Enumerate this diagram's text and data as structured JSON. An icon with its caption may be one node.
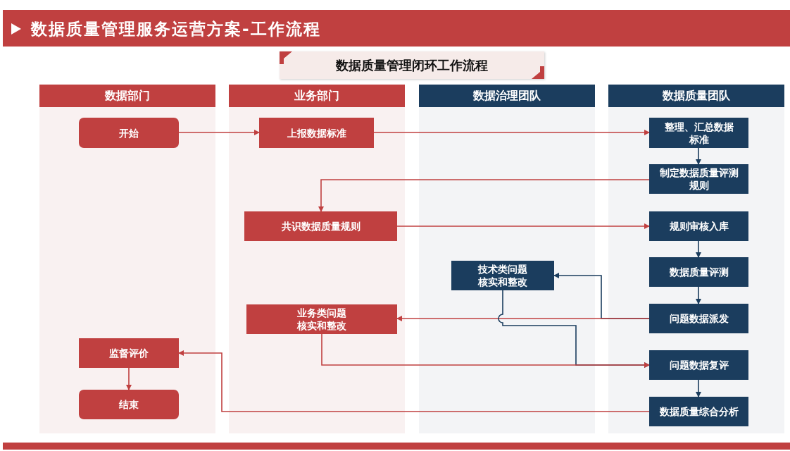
{
  "diagram": {
    "title": "数据质量管理服务运营方案-工作流程",
    "nodes": [
      {
        "text": [
          "数据部门"
        ]
      },
      {
        "text": [
          "业务部门"
        ]
      },
      {
        "text": [
          "数据治理团队"
        ]
      },
      {
        "text": [
          "数据质量团队"
        ]
      },
      {
        "text": [
          "开始"
        ],
        "in": 0
      },
      {
        "text": [
          "上报数据标准"
        ],
        "in": 1
      },
      {
        "text": [
          "整理、汇总数据标准"
        ],
        "in": 3
      },
      {
        "text": [
          "制定数据质量评测规则"
        ],
        "in": 3
      },
      {
        "text": [
          "共识数据质量规则"
        ],
        "in": 1
      },
      {
        "text": [
          "规则审核入库"
        ],
        "in": 3
      },
      {
        "text": [
          "数据质量评测"
        ],
        "in": 3
      },
      {
        "text": [
          "技术类问题核实和整改"
        ],
        "in": 2
      },
      {
        "text": [
          "业务类问题核实和整改"
        ],
        "in": 1
      },
      {
        "text": [
          "问题数据派发"
        ],
        "in": 3
      },
      {
        "text": [
          "监督评价"
        ],
        "in": 0
      },
      {
        "text": [
          "问题数据复评"
        ],
        "in": 3
      },
      {
        "text": [
          "结束"
        ],
        "in": 0
      },
      {
        "text": [
          "数据质量综合分析"
        ],
        "in": 3
      }
    ],
    "edges": [
      {
        "from": 4,
        "to": 5,
        "arrow": "to"
      },
      {
        "from": 5,
        "to": 6,
        "arrow": "to"
      },
      {
        "from": 6,
        "to": 7,
        "arrow": "to",
        "color": "#1b3d5e"
      },
      {
        "from": 7,
        "to": 8,
        "arrow": "to"
      },
      {
        "from": 8,
        "to": 9,
        "arrow": "to"
      },
      {
        "from": 9,
        "to": 10,
        "arrow": "to",
        "color": "#1b3d5e"
      },
      {
        "from": 10,
        "to": 13,
        "arrow": "to",
        "color": "#1b3d5e"
      },
      {
        "from": 13,
        "to": 11,
        "arrow": "to",
        "color": "#1b3d5e"
      },
      {
        "from": 13,
        "to": 12,
        "arrow": "to"
      },
      {
        "from": 11,
        "to": 15,
        "arrow": "to",
        "color": "#1b3d5e"
      },
      {
        "from": 12,
        "to": 15,
        "arrow": "to"
      },
      {
        "from": 15,
        "to": 17,
        "arrow": "to",
        "color": "#1b3d5e"
      },
      {
        "from": 17,
        "to": 14,
        "arrow": "to"
      },
      {
        "from": 14,
        "to": 16,
        "arrow": "to"
      }
    ],
    "labels": [
      "数据质量管理闭环工作流程"
    ]
  }
}
